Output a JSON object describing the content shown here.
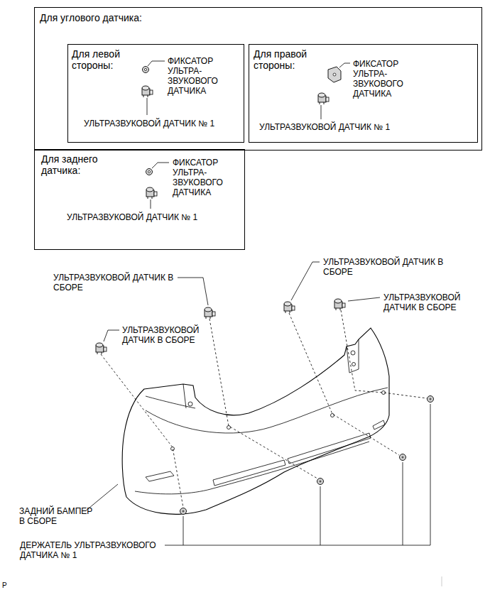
{
  "diagram": {
    "nodes": [
      {
        "text": [
          "Для углового датчика:"
        ]
      },
      {
        "text": [
          "Для левой стороны:",
          "ФИКСАТОР УЛЬТРА- ЗВУКОВОГО ДАТЧИКА",
          "УЛЬТРАЗВУКОВОЙ ДАТЧИК № 1"
        ],
        "in": 0
      },
      {
        "text": [
          "Для правой стороны:",
          "ФИКСАТОР УЛЬТРА- ЗВУКОВОГО ДАТЧИКА",
          "УЛЬТРАЗВУКОВОЙ ДАТЧИК № 1"
        ],
        "in": 0
      },
      {
        "text": [
          "Для заднего датчика:",
          "ФИКСАТОР УЛЬТРА- ЗВУКОВОГО ДАТЧИКА",
          "УЛЬТРАЗВУКОВОЙ ДАТЧИК № 1"
        ]
      }
    ],
    "labels": [
      "УЛЬТРАЗВУКОВОЙ ДАТЧИК В СБОРЕ",
      "УЛЬТРАЗВУКОВОЙ ДАТЧИК В СБОРЕ",
      "УЛЬТРАЗВУКОВОЙ ДАТЧИК В СБОРЕ",
      "УЛЬТРАЗВУКОВОЙ ДАТЧИК В СБОРЕ",
      "ЗАДНИЙ БАМПЕР В СБОРЕ",
      "ДЕРЖАТЕЛЬ УЛЬТРАЗВУКОВОГО ДАТЧИКА № 1",
      "P"
    ]
  }
}
